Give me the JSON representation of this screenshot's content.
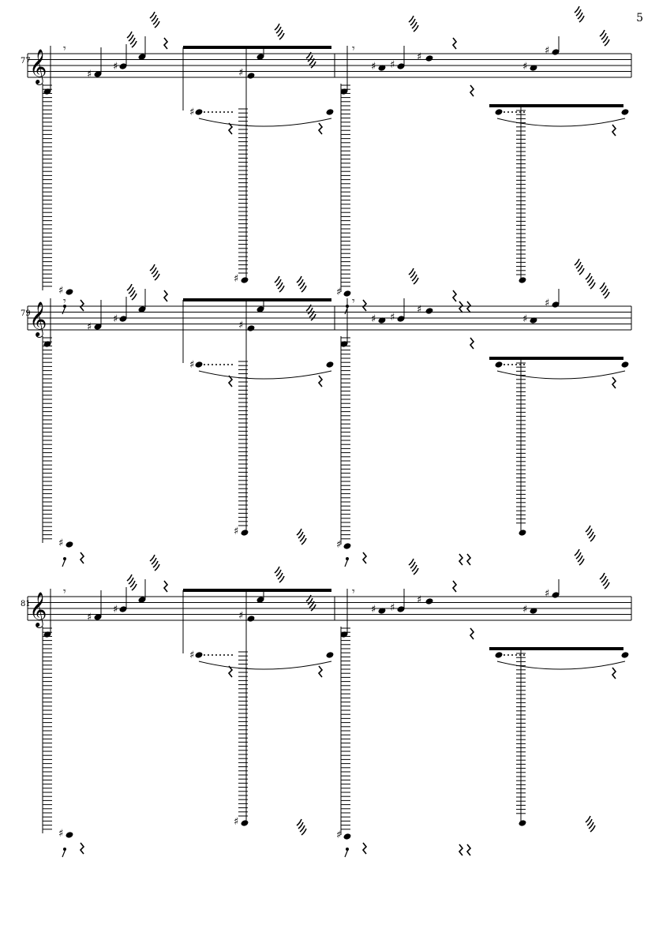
{
  "page": {
    "number": "5"
  },
  "systems": [
    {
      "measure_number": "77"
    },
    {
      "measure_number": "79"
    },
    {
      "measure_number": "81"
    }
  ]
}
